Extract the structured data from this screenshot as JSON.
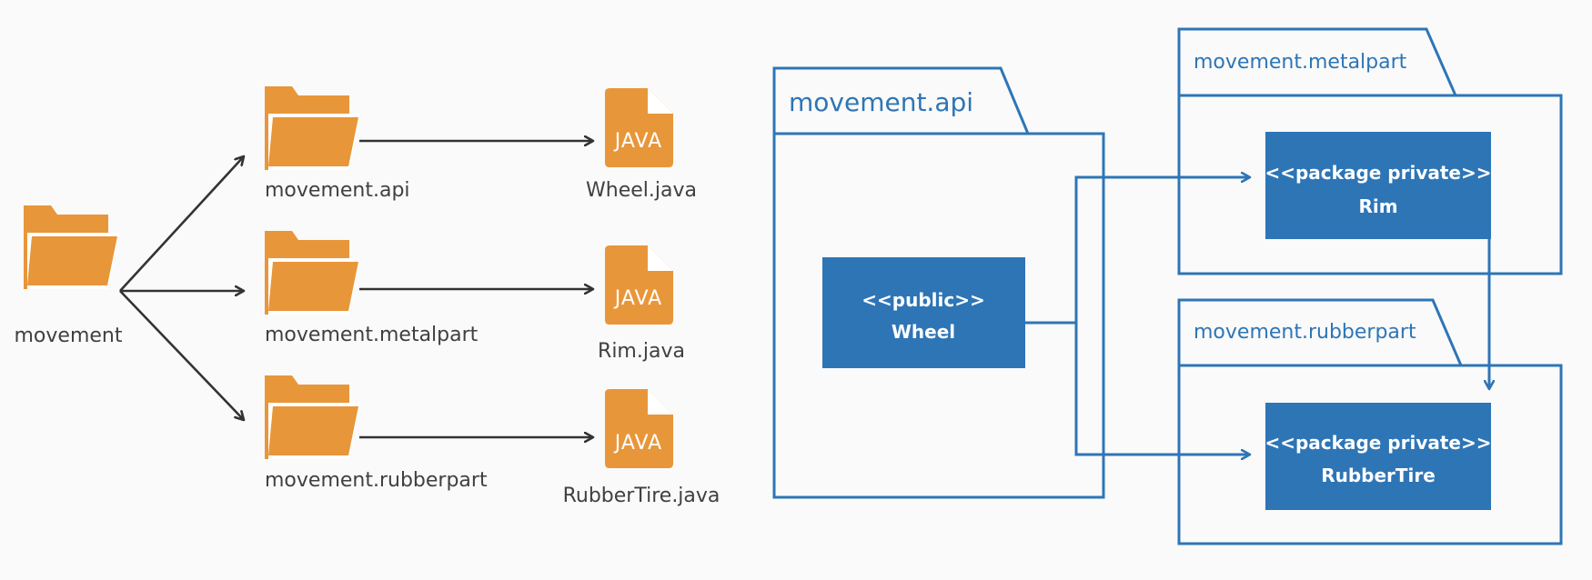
{
  "colors": {
    "folder": "#e8963a",
    "file": "#e8963a",
    "arrow_dark": "#333333",
    "uml_blue": "#2e75b6",
    "class_fill": "#2e75b6",
    "background": "#fafafa"
  },
  "tree": {
    "root": {
      "label": "movement",
      "icon": "folder-icon"
    },
    "packages": [
      {
        "label": "movement.api",
        "icon": "folder-icon",
        "file": {
          "label": "Wheel.java",
          "badge": "JAVA",
          "icon": "java-file-icon"
        }
      },
      {
        "label": "movement.metalpart",
        "icon": "folder-icon",
        "file": {
          "label": "Rim.java",
          "badge": "JAVA",
          "icon": "java-file-icon"
        }
      },
      {
        "label": "movement.rubberpart",
        "icon": "folder-icon",
        "file": {
          "label": "RubberTire.java",
          "badge": "JAVA",
          "icon": "java-file-icon"
        }
      }
    ]
  },
  "uml": {
    "packages": [
      {
        "name": "movement.api",
        "classes": [
          {
            "stereotype": "<<public>>",
            "name": "Wheel"
          }
        ]
      },
      {
        "name": "movement.metalpart",
        "classes": [
          {
            "stereotype": "<<package private>>",
            "name": "Rim"
          }
        ]
      },
      {
        "name": "movement.rubberpart",
        "classes": [
          {
            "stereotype": "<<package private>>",
            "name": "RubberTire"
          }
        ]
      }
    ],
    "dependencies": [
      {
        "from": "Wheel",
        "to": "Rim"
      },
      {
        "from": "Wheel",
        "to": "RubberTire"
      },
      {
        "from": "Rim",
        "to": "RubberTire"
      }
    ]
  }
}
